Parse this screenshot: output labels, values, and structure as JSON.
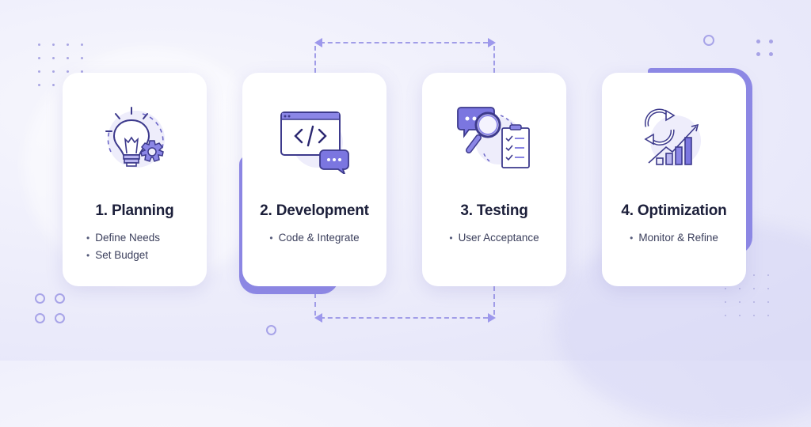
{
  "diagram": {
    "stages": [
      {
        "number": "1",
        "title": "1. Planning",
        "icon": "lightbulb-gear-icon",
        "bullets": [
          "Define Needs",
          "Set Budget"
        ]
      },
      {
        "number": "2",
        "title": "2. Development",
        "icon": "code-window-chat-icon",
        "bullets": [
          "Code & Integrate"
        ]
      },
      {
        "number": "3",
        "title": "3. Testing",
        "icon": "magnifier-checklist-icon",
        "bullets": [
          "User Acceptance"
        ]
      },
      {
        "number": "4",
        "title": "4. Optimization",
        "icon": "refresh-growth-chart-icon",
        "bullets": [
          "Monitor & Refine"
        ]
      }
    ],
    "connectors": [
      {
        "from": "2. Development",
        "to": "3. Testing",
        "position": "top",
        "style": "dashed-bidirectional"
      },
      {
        "from": "2. Development",
        "to": "3. Testing",
        "position": "bottom",
        "style": "dashed-bidirectional"
      }
    ],
    "colors": {
      "accent": "#8e89e6",
      "icon_stroke": "#3d3a8c",
      "icon_fill": "#7b76e0",
      "title_text": "#1c1f3a",
      "body_text": "#3b3f5c",
      "background": "#eeeefb",
      "card": "#ffffff"
    }
  }
}
